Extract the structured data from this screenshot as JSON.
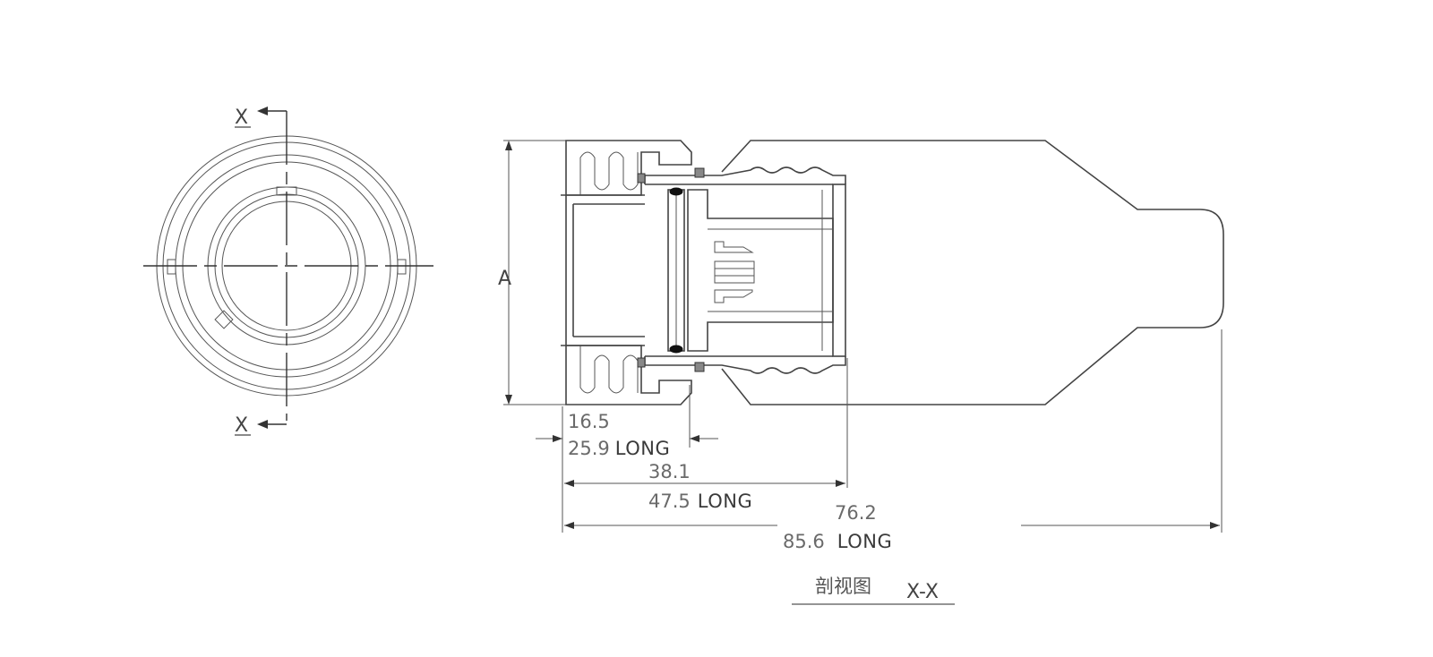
{
  "front_view": {
    "section_mark_top": "X",
    "section_mark_bottom": "X"
  },
  "side_view": {
    "height_label": "A"
  },
  "dimensions": [
    {
      "id": "dim-1",
      "value": "16.5",
      "long_value": "25.9",
      "long_suffix": "LONG"
    },
    {
      "id": "dim-2",
      "value": "38.1",
      "long_value": "47.5",
      "long_suffix": "LONG"
    },
    {
      "id": "dim-3",
      "value": "76.2",
      "long_value": "85.6",
      "long_suffix": "LONG"
    }
  ],
  "caption": {
    "title": "剖视图",
    "section": "X-X"
  },
  "colors": {
    "line": "#444444",
    "text": "#555555",
    "gasket": "#111111"
  }
}
